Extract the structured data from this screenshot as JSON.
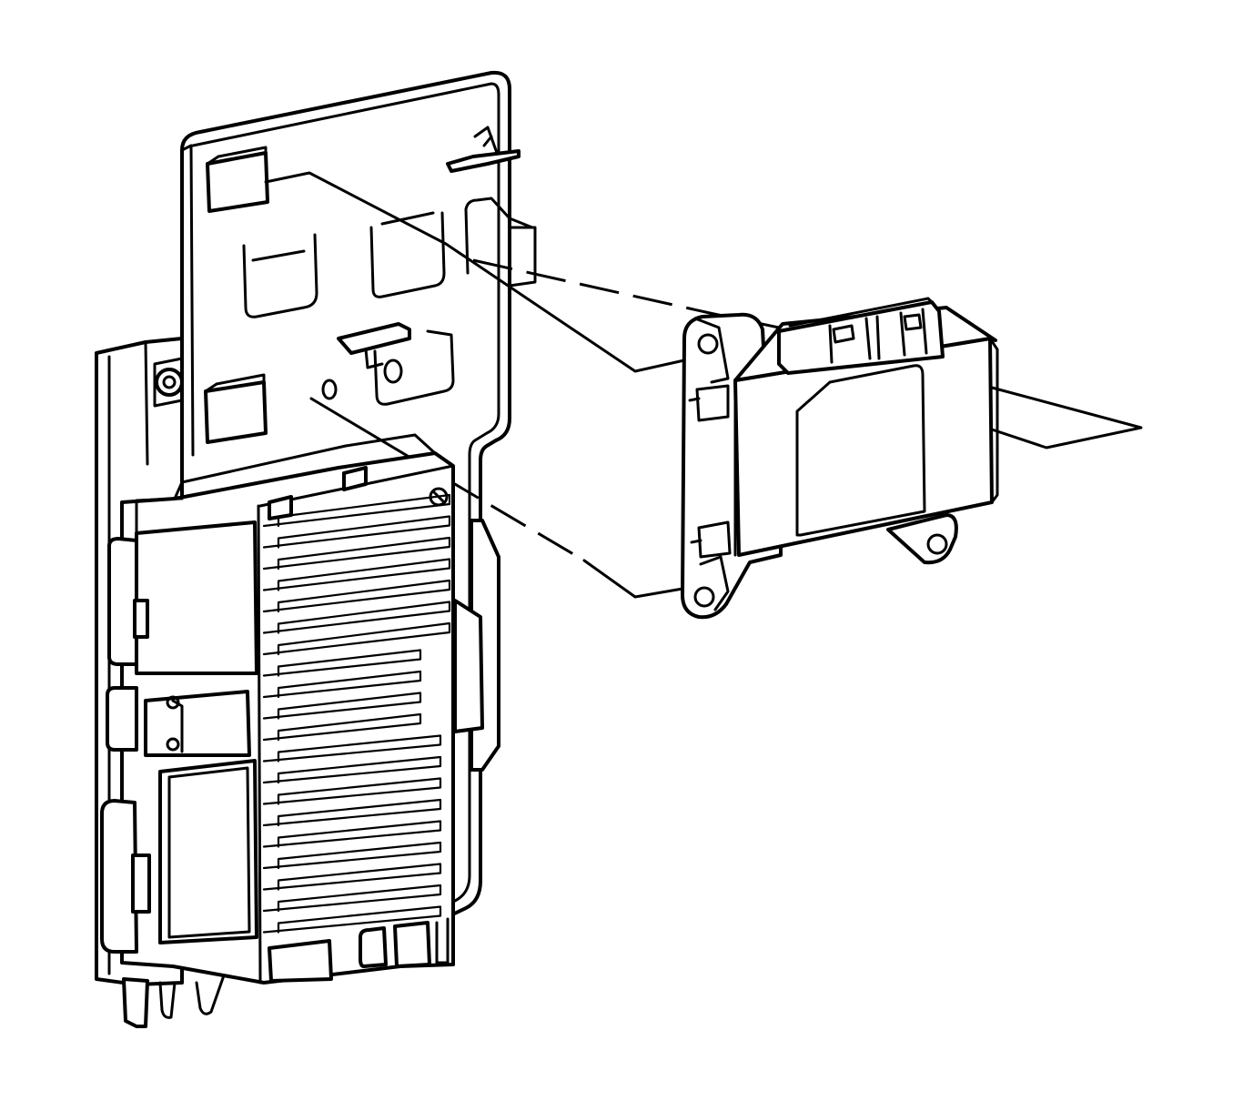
{
  "diagram": {
    "kind": "exploded-assembly-line-drawing",
    "line_color": "#000000",
    "background": "#ffffff",
    "components": [
      "mounting-bracket",
      "control-module",
      "sensor-module",
      "bracket-clip",
      "mounting-ear"
    ],
    "fin_count_upper": 10,
    "fin_count_lower": 10
  }
}
